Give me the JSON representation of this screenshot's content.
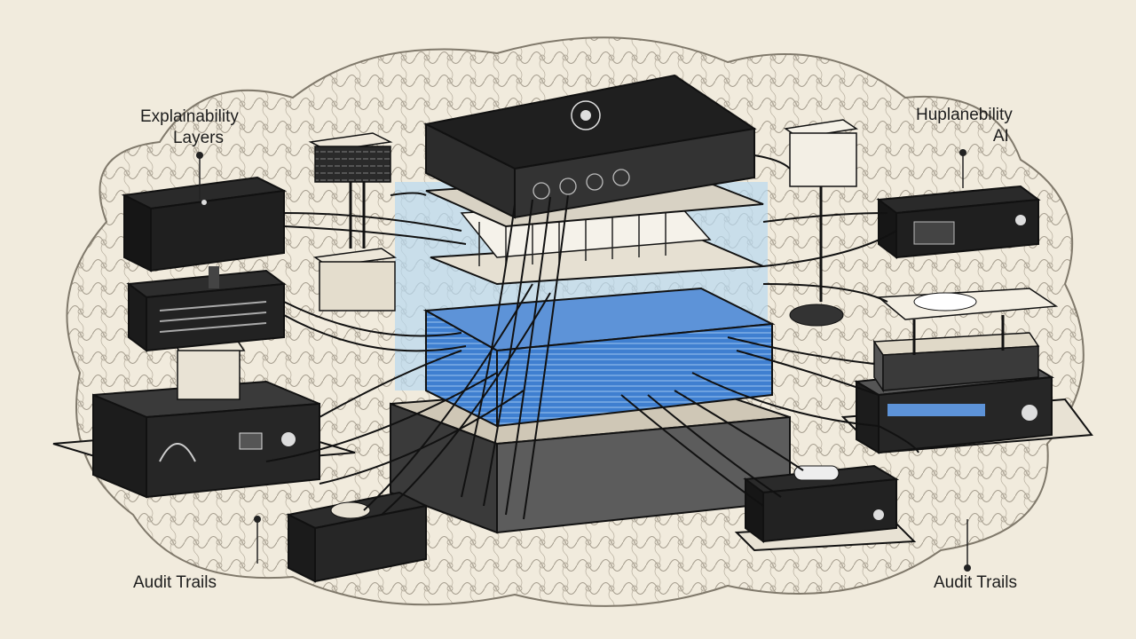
{
  "labels": {
    "top_left_line1": "Explainability",
    "top_left_line2": "Layers",
    "top_right_line1": "Huplanebility",
    "top_right_line2": "AI",
    "bottom_left": "Audit Trails",
    "bottom_right": "Audit Trails"
  },
  "colors": {
    "paper": "#f1ebdd",
    "ink": "#1a1a1a",
    "module": "#2a2a2a",
    "glow": "#b8d8f0",
    "blue_layer": "#3f7fd0"
  }
}
